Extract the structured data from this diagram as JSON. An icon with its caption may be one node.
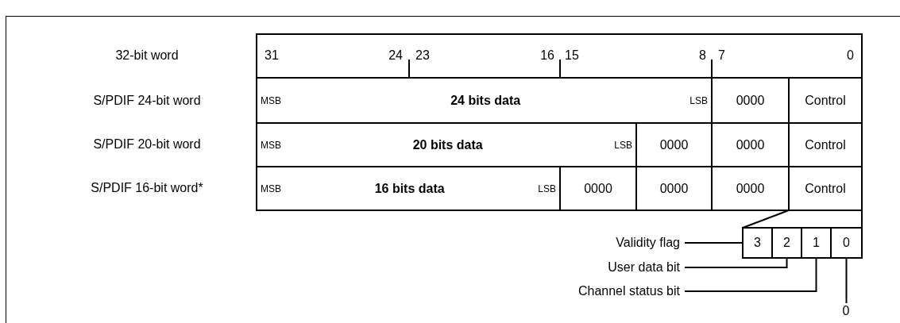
{
  "diagram": {
    "nodes": [
      {
        "text": [
          "MSB",
          "24 bits data",
          "LSB"
        ]
      },
      {
        "text": [
          "0000"
        ]
      },
      {
        "text": [
          "Control"
        ]
      },
      {
        "text": [
          "MSB",
          "20 bits data",
          "LSB"
        ]
      },
      {
        "text": [
          "0000"
        ]
      },
      {
        "text": [
          "0000"
        ]
      },
      {
        "text": [
          "Control"
        ]
      },
      {
        "text": [
          "MSB",
          "16 bits data",
          "LSB"
        ]
      },
      {
        "text": [
          "0000"
        ]
      },
      {
        "text": [
          "0000"
        ]
      },
      {
        "text": [
          "0000"
        ]
      },
      {
        "text": [
          "Control"
        ]
      },
      {
        "text": [
          "3"
        ]
      },
      {
        "text": [
          "2"
        ]
      },
      {
        "text": [
          "1"
        ]
      },
      {
        "text": [
          "0"
        ]
      },
      {
        "text": [
          "Validity flag"
        ]
      },
      {
        "text": [
          "User data bit"
        ]
      },
      {
        "text": [
          "Channel status bit"
        ]
      },
      {
        "text": [
          "0"
        ]
      }
    ],
    "edges": [
      {
        "from": 11,
        "to": 12,
        "arrow": "none"
      },
      {
        "from": 11,
        "to": 15,
        "arrow": "none"
      },
      {
        "from": 16,
        "to": 12,
        "arrow": "none"
      },
      {
        "from": 17,
        "to": 13,
        "arrow": "none"
      },
      {
        "from": 18,
        "to": 14,
        "arrow": "none"
      },
      {
        "from": 19,
        "to": 15,
        "arrow": "none"
      }
    ],
    "labels": [
      "32-bit word",
      "31",
      "24",
      "23",
      "16",
      "15",
      "8",
      "7",
      "0",
      "S/PDIF 24-bit word",
      "S/PDIF 20-bit word",
      "S/PDIF 16-bit word*"
    ]
  }
}
